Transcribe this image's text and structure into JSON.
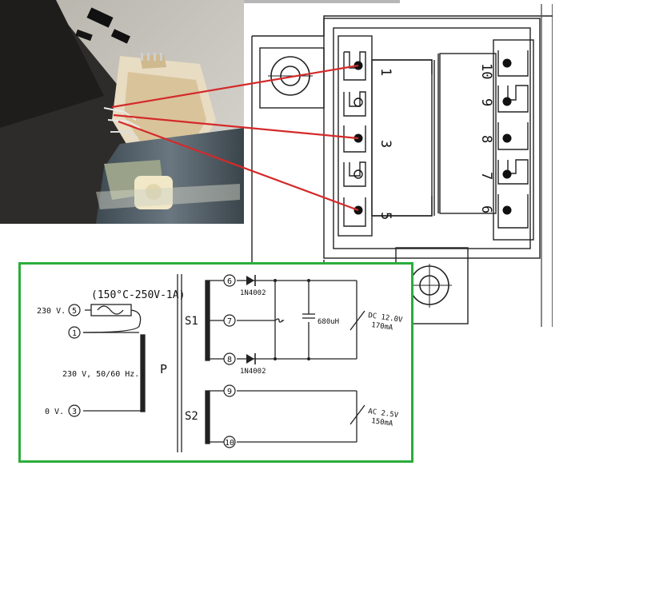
{
  "footprint": {
    "pins_left": [
      "1",
      "3",
      "5"
    ],
    "pins_right": [
      "10",
      "9",
      "8",
      "7",
      "6"
    ]
  },
  "schematic": {
    "fuse_label": "(150°C-250V-1A)",
    "primary": {
      "label": "P",
      "v230_label": "230 V.",
      "v0_label": "0 V.",
      "freq_label": "230 V, 50/60 Hz.",
      "pins": [
        "5",
        "1",
        "3"
      ]
    },
    "secondary1": {
      "label": "S1",
      "pins": [
        "6",
        "7",
        "8"
      ],
      "diode_top": "1N4002",
      "diode_bottom": "1N4002",
      "capacitor": "680uH",
      "output_line1": "DC 12.0V",
      "output_line2": "170mA"
    },
    "secondary2": {
      "label": "S2",
      "pins": [
        "9",
        "10"
      ],
      "output_line1": "AC 2.5V",
      "output_line2": "150mA"
    }
  },
  "colors": {
    "frame": "#2aad3a",
    "pointer": "#d42a2a",
    "ink": "#222222"
  }
}
